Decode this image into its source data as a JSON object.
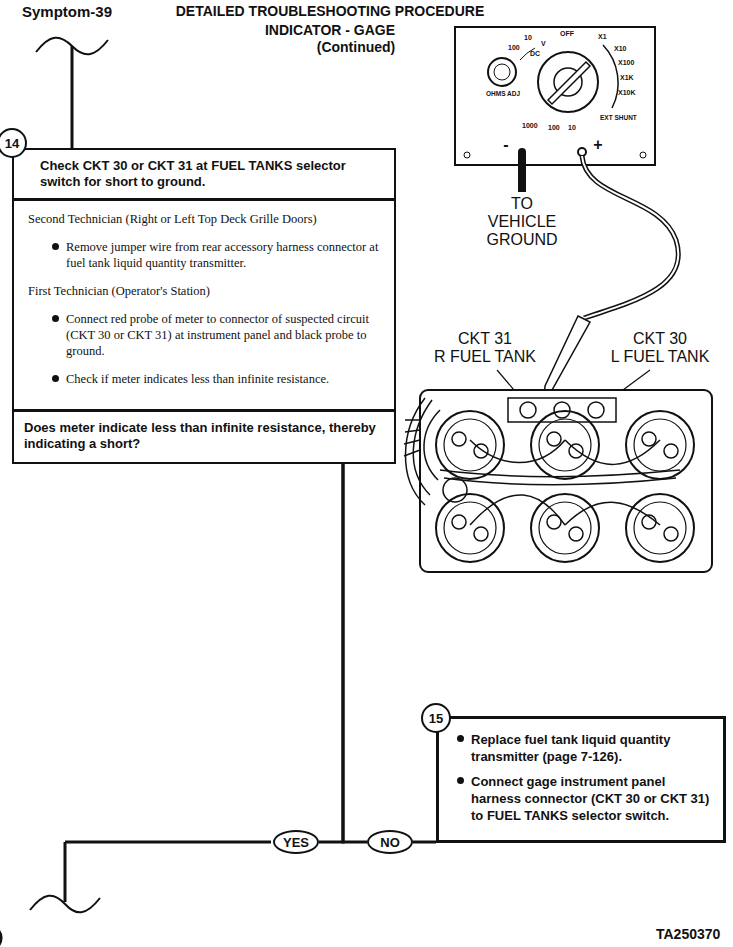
{
  "diagram": {
    "title": "DETAILED TROUBLESHOOTING PROCEDURE INDICATOR - GAGE",
    "nodes": [
      {
        "text": [
          "Check CKT 30 or CKT 31 at FUEL TANKS selector switch for short to ground.",
          "Second Technician (Right or Left Top Deck Grille Doors)",
          "Remove jumper wire from rear accessory harness connector at fuel tank liquid quantity transmitter.",
          "First Technician (Operator's Station)",
          "Connect red probe of meter to connector of suspected circuit (CKT 30 or CKT 31) at instrument panel and black probe to ground.",
          "Check if meter indicates less than infinite resistance."
        ]
      },
      {
        "text": [
          "Does meter indicate less than infinite resistance, thereby indicating a short?"
        ],
        "in": 0
      },
      {
        "text": [
          "14"
        ],
        "in": 0
      },
      {
        "text": [
          "Replace fuel tank liquid quantity transmitter (page 7-126).",
          "Connect gage instrument panel harness connector (CKT 30 or CKT 31) to FUEL TANKS selector switch."
        ]
      },
      {
        "text": [
          "15"
        ],
        "in": 3
      },
      {
        "text": [
          "YES"
        ]
      },
      {
        "text": [
          "NO"
        ]
      }
    ],
    "edges": [
      {
        "from": 1,
        "to": 5,
        "arrow": "none"
      },
      {
        "from": 1,
        "to": 6,
        "arrow": "none"
      },
      {
        "from": 6,
        "to": 3,
        "arrow": "none"
      }
    ],
    "labels": [
      "Symptom-39",
      "(Continued)",
      "TO",
      "VEHICLE",
      "GROUND",
      "CKT 31",
      "R FUEL TANK",
      "CKT 30",
      "L FUEL TANK",
      "TA250370",
      "-",
      "+",
      "OFF",
      "X1",
      "X10",
      "X100",
      "X1K",
      "X10K",
      "EXT SHUNT",
      "10",
      "100",
      "DC",
      "V",
      "OHMS ADJ",
      "1000",
      "100",
      "10"
    ]
  }
}
